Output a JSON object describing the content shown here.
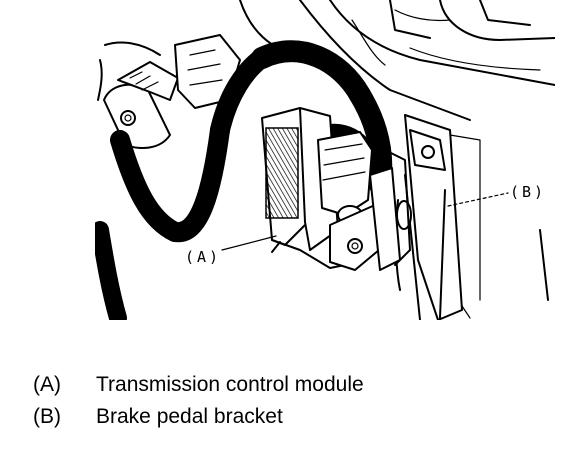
{
  "callouts": {
    "a": "(A)",
    "b": "(B)"
  },
  "legend": [
    {
      "key": "(A)",
      "text": "Transmission control module"
    },
    {
      "key": "(B)",
      "text": "Brake pedal bracket"
    }
  ]
}
